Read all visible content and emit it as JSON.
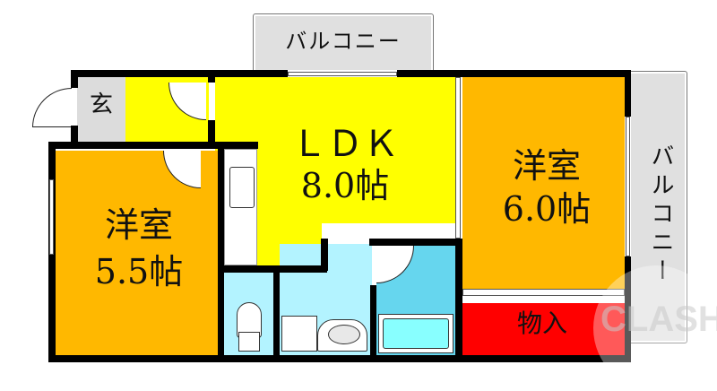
{
  "plan": {
    "rooms": {
      "entrance": {
        "label": "玄",
        "color": "#dcdcdc"
      },
      "hall": {
        "color": "#ffff00"
      },
      "ldk": {
        "name": "ＬＤＫ",
        "size": "8.0帖",
        "color": "#ffff00"
      },
      "western_left": {
        "name": "洋室",
        "size": "5.5帖",
        "color": "#ffb800"
      },
      "western_right": {
        "name": "洋室",
        "size": "6.0帖",
        "color": "#ffb800"
      },
      "storage": {
        "label": "物入",
        "color": "#ff0000"
      },
      "toilet": {
        "color": "#b3f3ff"
      },
      "washroom": {
        "color": "#b3f3ff"
      },
      "bathroom": {
        "color": "#66d6ee"
      },
      "kitchen_counter": {
        "color": "#ffffff"
      }
    },
    "balconies": {
      "top": {
        "label": "バルコニー",
        "color": "#e0e0e0"
      },
      "right": {
        "label": "バルコニー",
        "color": "#e0e0e0"
      }
    },
    "watermark": "CLASH"
  }
}
